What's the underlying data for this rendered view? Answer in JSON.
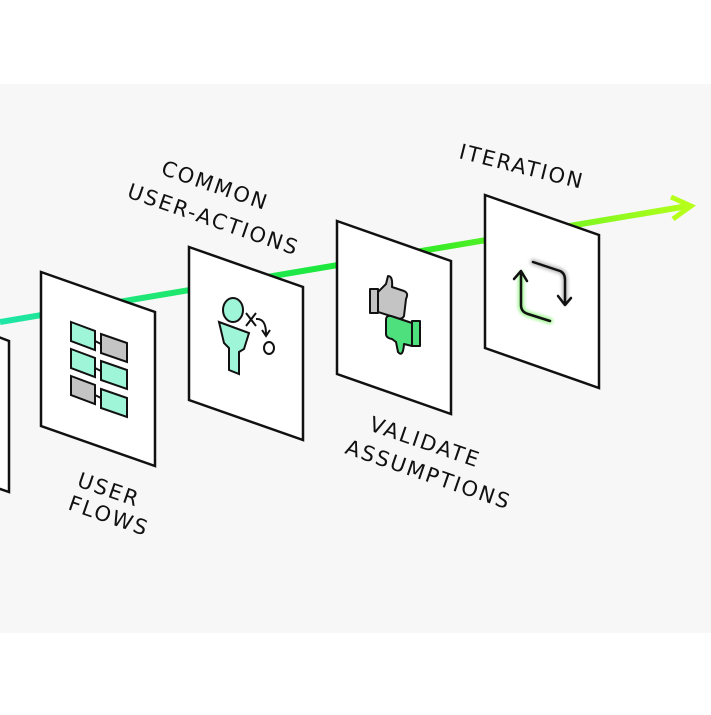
{
  "diagram": {
    "colors": {
      "background": "#f7f7f7",
      "page": "#ffffff",
      "card_fill": "#ffffff",
      "card_stroke": "#111111",
      "icon_accent": "#9ff5d8",
      "icon_gray": "#c4c4c4",
      "thumb_green": "#4ee07c",
      "arrow_start": "#1ee6a6",
      "arrow_mid": "#1ee82a",
      "arrow_end": "#b6ff1a"
    },
    "steps": [
      {
        "id": "step-user-flows",
        "label_lines": [
          "USER",
          "FLOWS"
        ],
        "icon": "flowchart-icon"
      },
      {
        "id": "step-common-user-actions",
        "label_lines": [
          "COMMON",
          "USER-ACTIONS"
        ],
        "icon": "user-strategy-icon"
      },
      {
        "id": "step-validate-assumptions",
        "label_lines": [
          "VALIDATE",
          "ASSUMPTIONS"
        ],
        "icon": "thumbs-up-down-icon"
      },
      {
        "id": "step-iteration",
        "label_lines": [
          "ITERATION"
        ],
        "icon": "refresh-cycle-icon"
      }
    ],
    "arrow": {
      "icon": "arrow-head-icon"
    }
  }
}
